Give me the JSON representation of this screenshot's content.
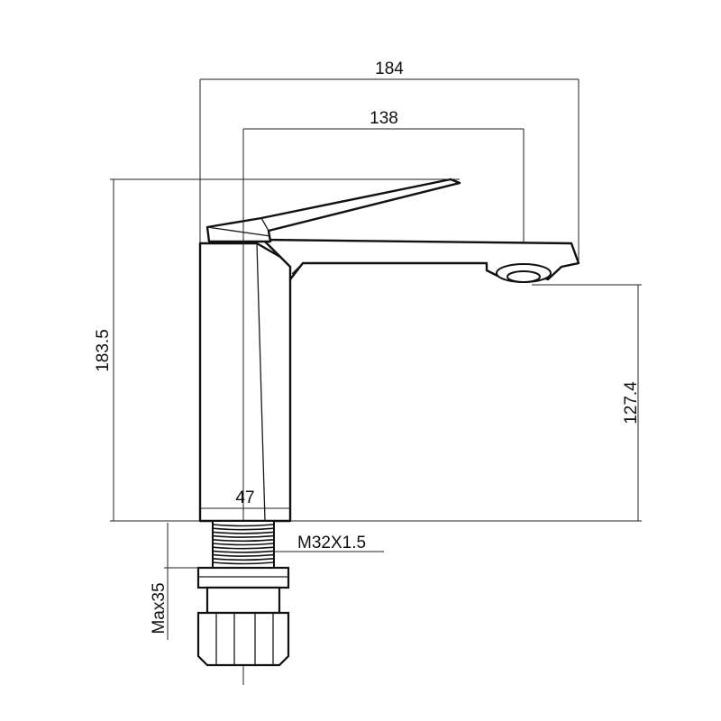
{
  "dimensions": {
    "total_width": "184",
    "spout_reach": "138",
    "total_height": "183.5",
    "spout_height": "127.4",
    "body_width": "47",
    "thread": "M32X1.5",
    "max_thickness": "Max35"
  },
  "colors": {
    "line": "#111111",
    "background": "#ffffff"
  }
}
